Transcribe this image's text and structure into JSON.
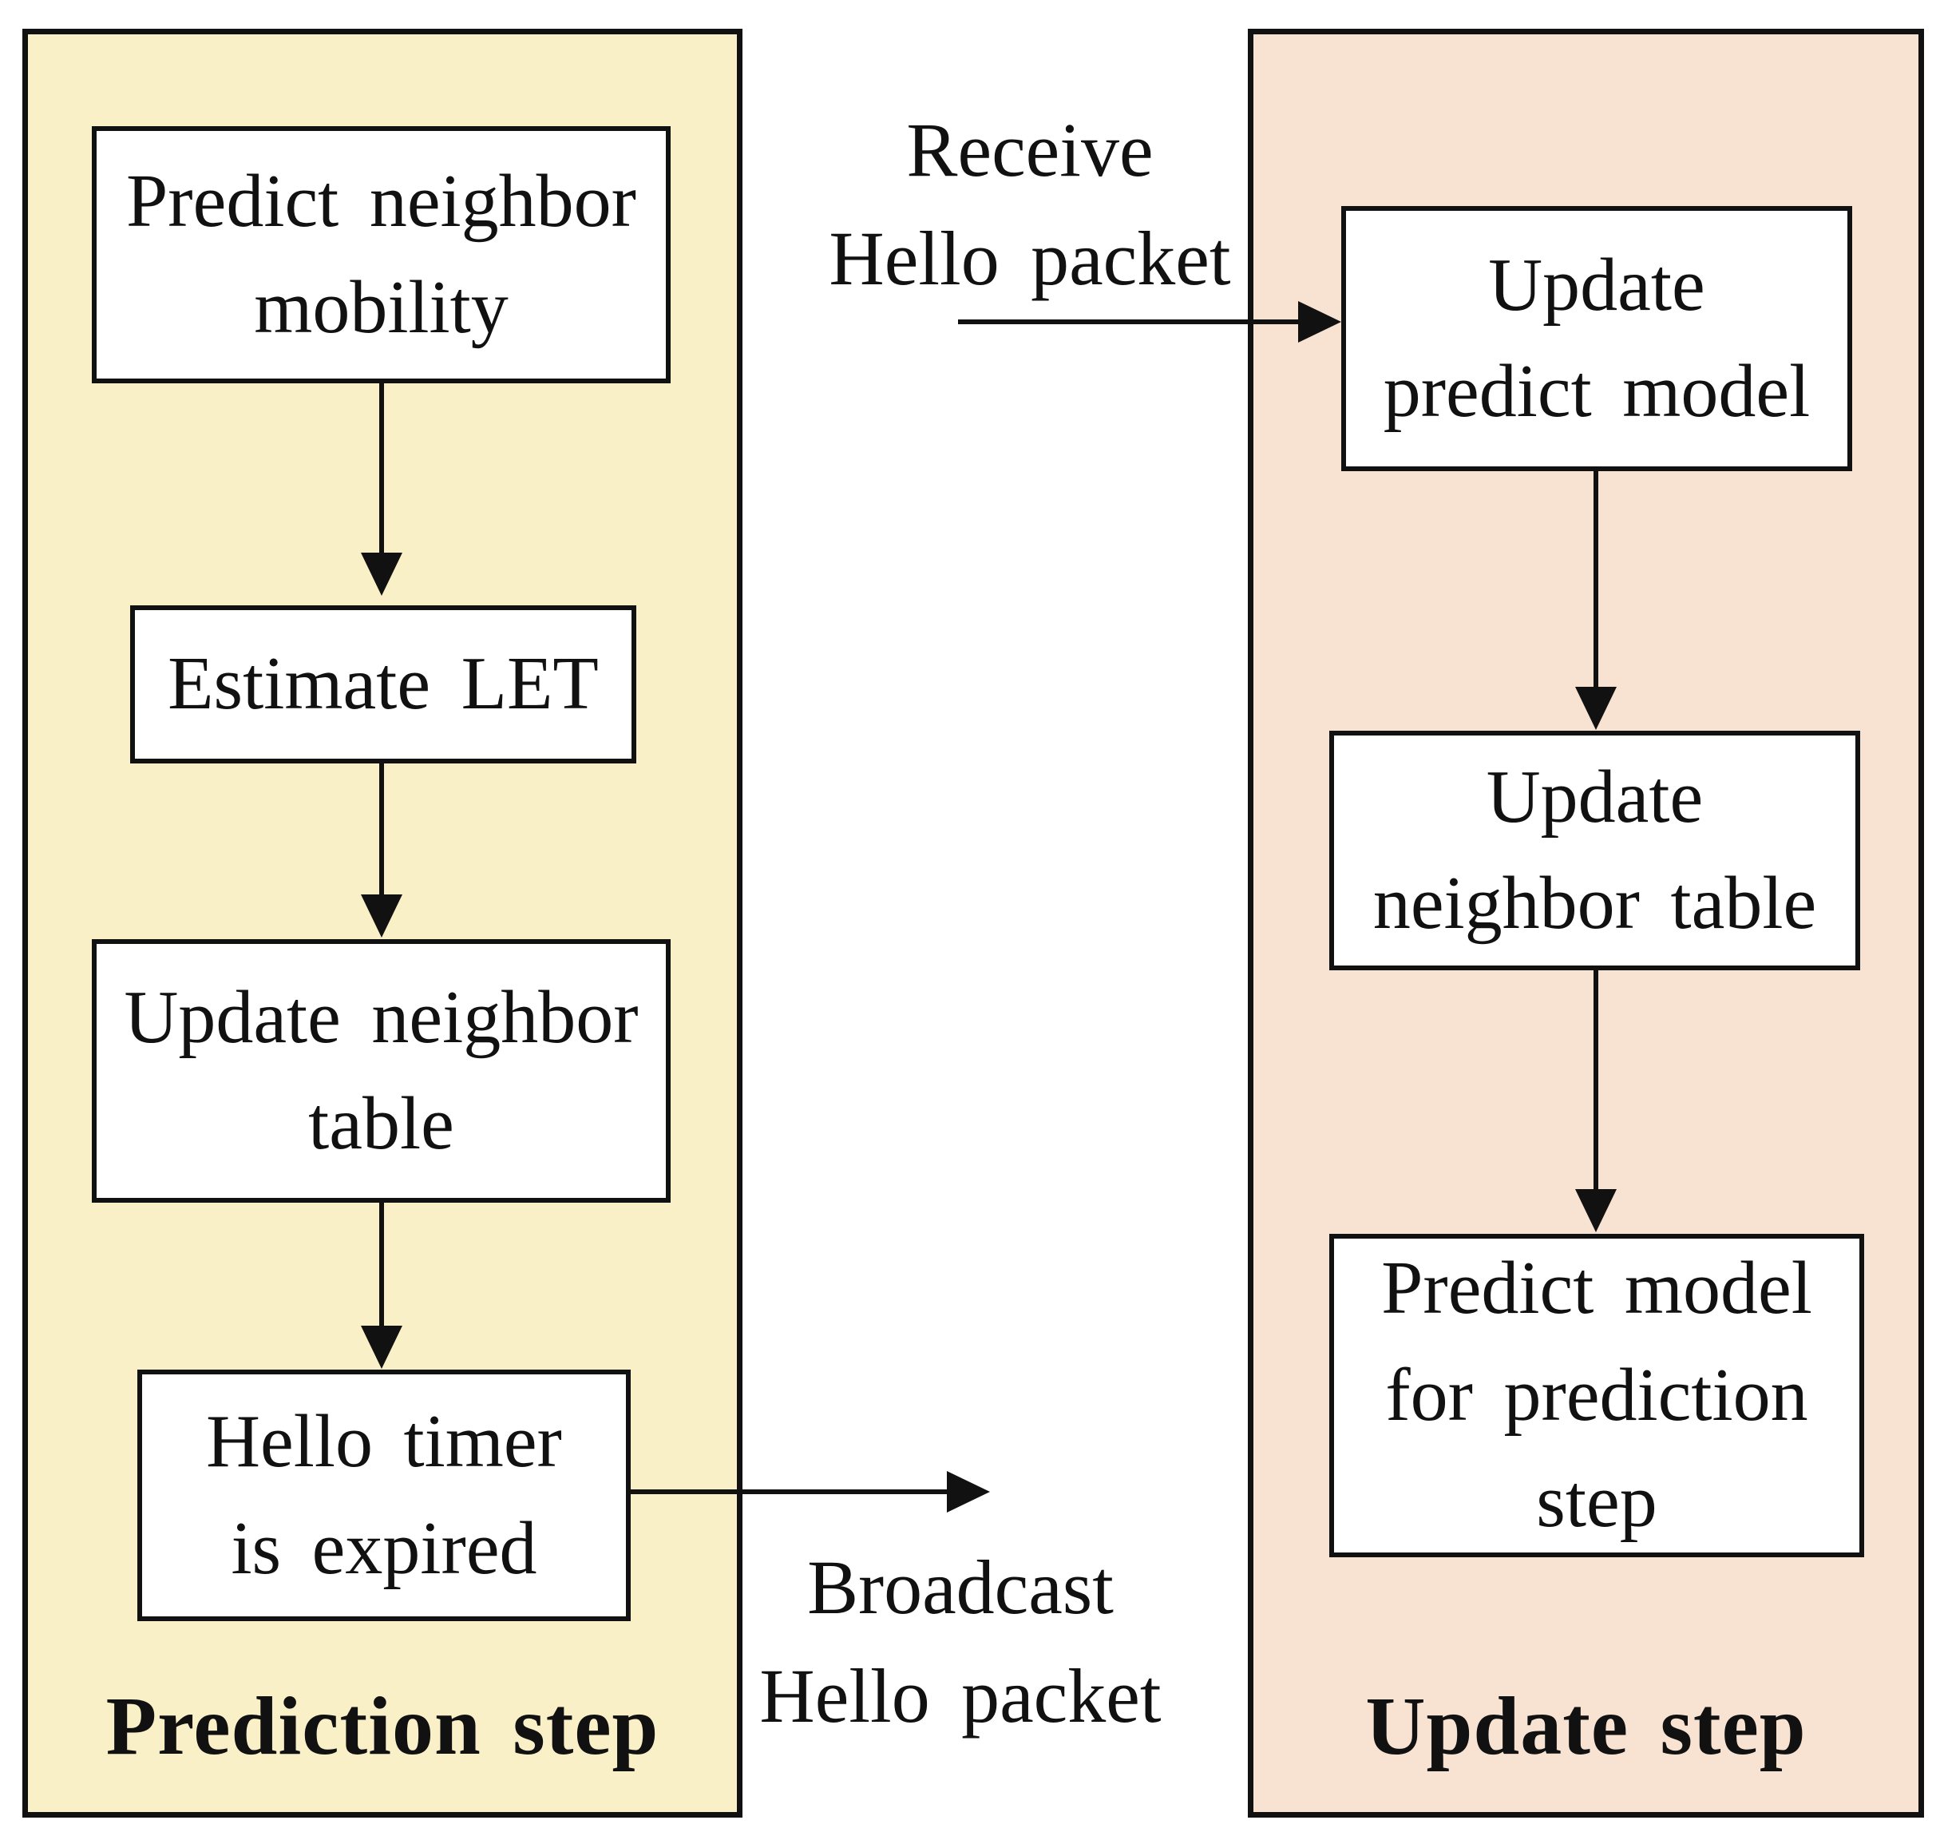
{
  "colors": {
    "prediction_panel_bg": "#FAF0C8",
    "update_panel_bg": "#F8E3D3",
    "box_bg": "#FFFFFF",
    "line": "#111111"
  },
  "left_panel": {
    "label": "Prediction step",
    "boxes": [
      {
        "lines": [
          "Predict neighbor",
          "mobility"
        ]
      },
      {
        "lines": [
          "Estimate LET"
        ]
      },
      {
        "lines": [
          "Update neighbor",
          "table"
        ]
      },
      {
        "lines": [
          "Hello timer",
          "is expired"
        ]
      }
    ]
  },
  "right_panel": {
    "label": "Update step",
    "boxes": [
      {
        "lines": [
          "Update",
          "predict model"
        ]
      },
      {
        "lines": [
          "Update",
          "neighbor table"
        ]
      },
      {
        "lines": [
          "Predict model",
          "for prediction",
          "step"
        ]
      }
    ]
  },
  "annotations": {
    "receive": {
      "lines": [
        "Receive",
        "Hello packet"
      ]
    },
    "broadcast": {
      "lines": [
        "Broadcast",
        "Hello packet"
      ]
    }
  }
}
